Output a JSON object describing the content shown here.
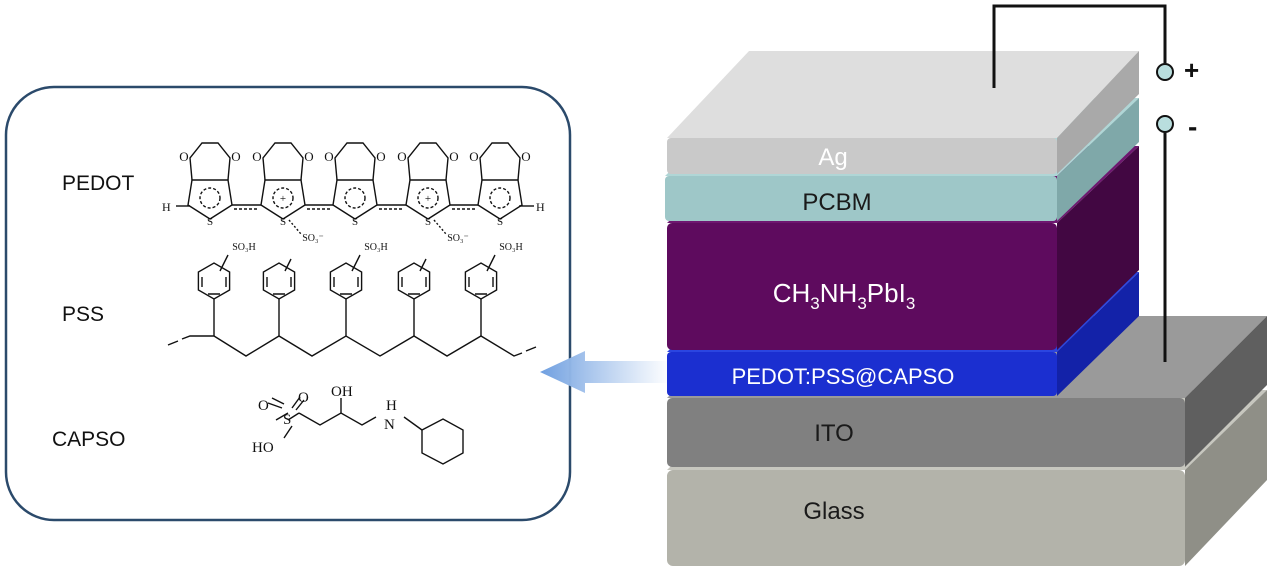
{
  "panel": {
    "labels": [
      "PEDOT",
      "PSS",
      "CAPSO"
    ],
    "atoms": {
      "oxygen": "O",
      "sulfur": "S",
      "hydrogen": "H",
      "sulfonic_acid": "SO₃H",
      "sulfonate": "SO₃⁻",
      "plus": "+",
      "hydroxyl_oh": "OH",
      "ho": "HO",
      "amine_h": "H",
      "nitrogen": "N"
    }
  },
  "device": {
    "layers": [
      {
        "key": "ag",
        "label": "Ag",
        "color": "#c9c9c9",
        "text_color": "#ffffff"
      },
      {
        "key": "pcbm",
        "label": "PCBM",
        "color": "#9ec7c8",
        "text_color": "#1a1a1a"
      },
      {
        "key": "perovskite",
        "label_main": "CH",
        "sub1": "3",
        "mid": "NH",
        "sub2": "3",
        "tail": "PbI",
        "sub3": "3",
        "color": "#5e0b5e",
        "text_color": "#ffffff"
      },
      {
        "key": "htl",
        "label": "PEDOT:PSS@CAPSO",
        "color": "#1b2fd0",
        "text_color": "#ffffff"
      },
      {
        "key": "ito",
        "label": "ITO",
        "color": "#7f7f7f",
        "text_color": "#1a1a1a"
      },
      {
        "key": "glass",
        "label": "Glass",
        "color": "#b3b3aa",
        "text_color": "#1a1a1a"
      }
    ],
    "terminals": {
      "positive": "+",
      "negative": "-"
    }
  },
  "colors": {
    "panel_border": "#2b4a6b",
    "arrow": "#7fa8dd",
    "wire": "#111111",
    "terminal_fill": "#b9dede"
  }
}
